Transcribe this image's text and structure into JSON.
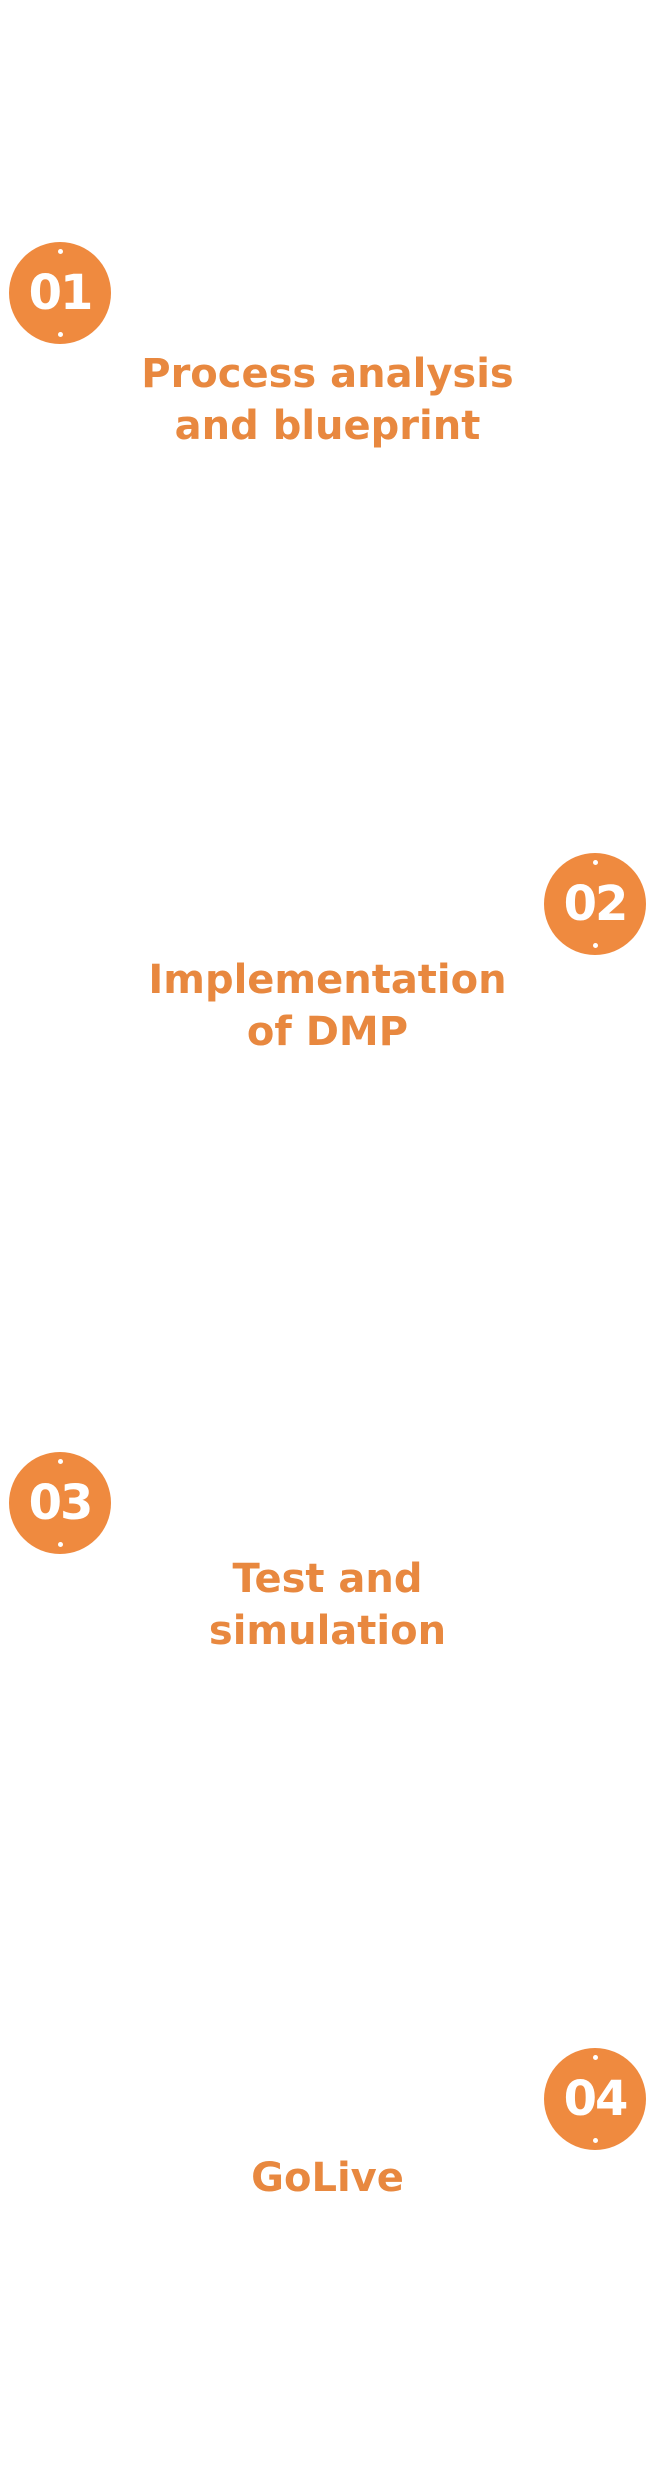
{
  "steps": [
    {
      "number": "01",
      "title": "Process analysis\nand blueprint"
    },
    {
      "number": "02",
      "title": "Implementation\nof DMP"
    },
    {
      "number": "03",
      "title": "Test and\nsimulation"
    },
    {
      "number": "04",
      "title": "GoLive"
    }
  ],
  "colors": {
    "accent": "#ef8a3f",
    "title": "#e8883f",
    "background": "#ffffff"
  }
}
